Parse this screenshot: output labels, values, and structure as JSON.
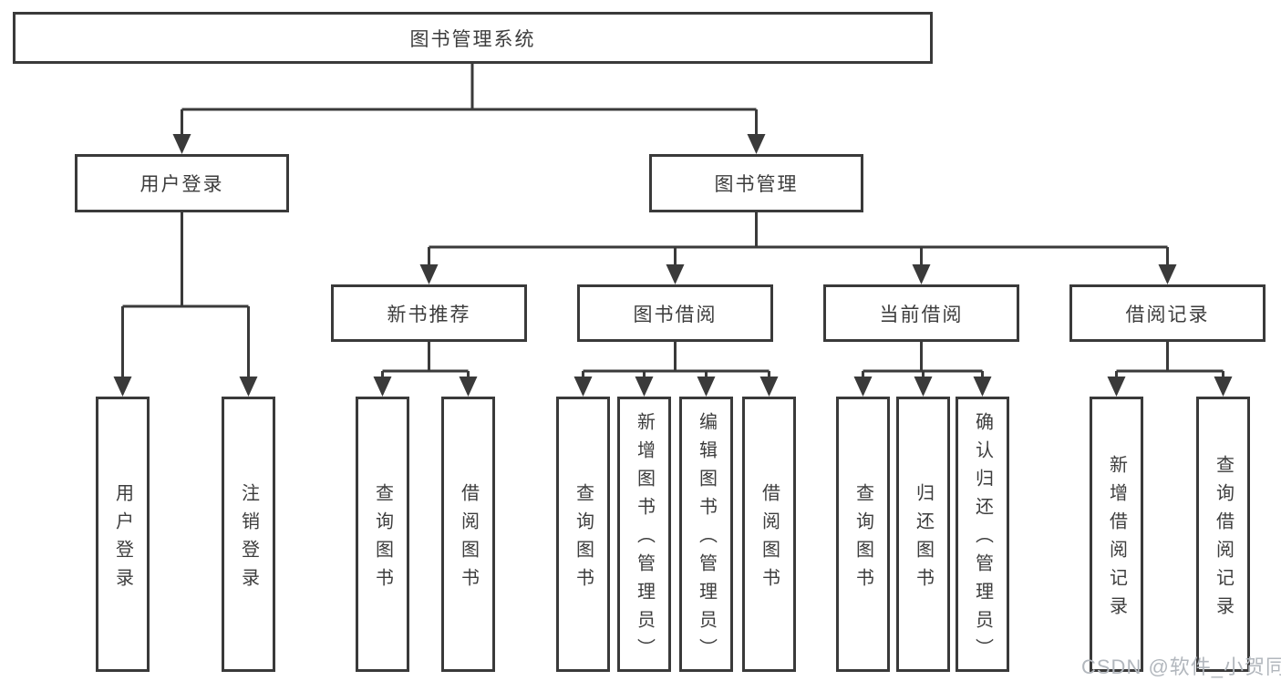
{
  "colors": {
    "line": "#3a3a3a",
    "box_border": "#3a3a3a",
    "text": "#3d3d3d",
    "watermark": "#b2b7bd",
    "background": "#ffffff"
  },
  "watermark": "CSDN @软件_小贺同学",
  "diagram": {
    "root": {
      "label": "图书管理系统"
    },
    "branches": [
      {
        "label": "用户登录",
        "leaves": [
          {
            "label": "用户登录"
          },
          {
            "label": "注销登录"
          }
        ]
      },
      {
        "label": "图书管理",
        "sections": [
          {
            "label": "新书推荐",
            "leaves": [
              {
                "label": "查询图书"
              },
              {
                "label": "借阅图书"
              }
            ]
          },
          {
            "label": "图书借阅",
            "leaves": [
              {
                "label": "查询图书"
              },
              {
                "label": "新增图书（管理员）"
              },
              {
                "label": "编辑图书（管理员）"
              },
              {
                "label": "借阅图书"
              }
            ]
          },
          {
            "label": "当前借阅",
            "leaves": [
              {
                "label": "查询图书"
              },
              {
                "label": "归还图书"
              },
              {
                "label": "确认归还（管理员）"
              }
            ]
          },
          {
            "label": "借阅记录",
            "leaves": [
              {
                "label": "新增借阅记录"
              },
              {
                "label": "查询借阅记录"
              }
            ]
          }
        ]
      }
    ]
  }
}
